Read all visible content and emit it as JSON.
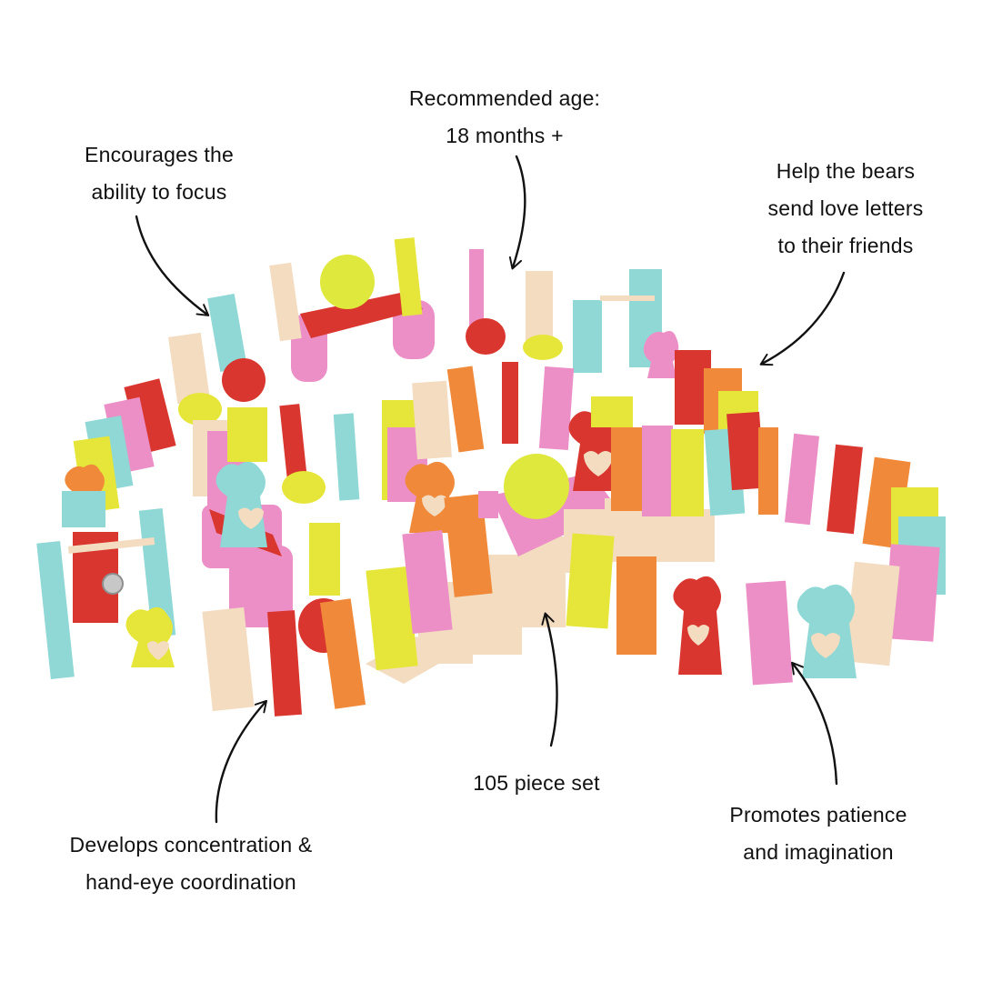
{
  "callouts": {
    "age": {
      "line1": "Recommended age:",
      "line2": "18 months +"
    },
    "focus": {
      "line1": "Encourages the",
      "line2": "ability to focus"
    },
    "bears": {
      "line1": "Help the bears",
      "line2": "send love letters",
      "line3": "to their friends"
    },
    "pieces": {
      "line1": "105 piece set"
    },
    "patience": {
      "line1": "Promotes patience",
      "line2": "and imagination"
    },
    "concentration": {
      "line1": "Develops concentration &",
      "line2": "hand-eye coordination"
    }
  },
  "colors": {
    "background": "#ffffff",
    "text": "#111111",
    "red": "#d8362e",
    "pink": "#ec8fc6",
    "yellow": "#e6e63a",
    "turquoise": "#8fd8d6",
    "orange": "#f08a3a",
    "natural_wood": "#f3dcc0",
    "ball": "#dfe83c"
  },
  "product": {
    "description_icon": "wooden-domino-set-photo",
    "ball_icon": "yellow-ball-icon",
    "bear_icon": "bear-domino-icon",
    "bell_icon": "bell-icon"
  }
}
